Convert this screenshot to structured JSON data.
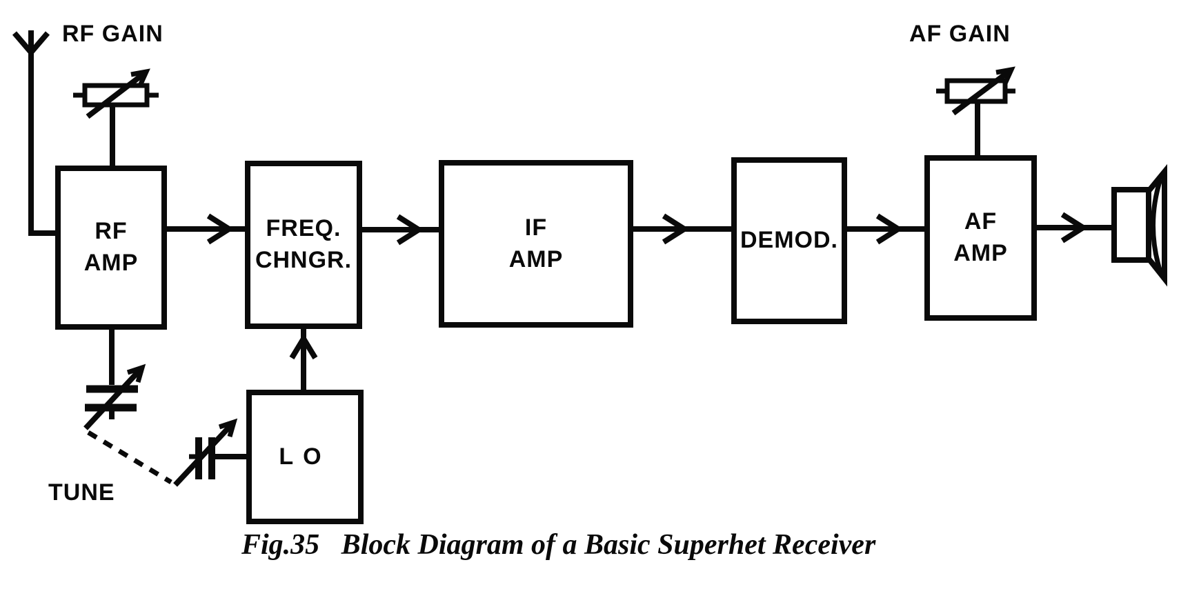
{
  "figure": {
    "caption": "Fig.35   Block Diagram of a Basic Superhet Receiver",
    "ink_color": "#0a0a0a",
    "background_color": "#ffffff"
  },
  "blocks": {
    "rf_amp": {
      "label": "RF\nAMP"
    },
    "freq_chngr": {
      "label": "FREQ.\nCHNGR."
    },
    "if_amp": {
      "label": "IF\nAMP"
    },
    "demod": {
      "label": "DEMOD."
    },
    "af_amp": {
      "label": "AF\nAMP"
    },
    "lo": {
      "label": "LO"
    }
  },
  "controls": {
    "rf_gain": {
      "label": "RF GAIN",
      "symbol": "variable-resistor-icon"
    },
    "af_gain": {
      "label": "AF GAIN",
      "symbol": "variable-resistor-icon"
    },
    "tune": {
      "label": "TUNE",
      "symbol": "dashed-gang-link to two variable-capacitor-icons"
    }
  },
  "icons": {
    "antenna": "antenna-icon (three-prong mast, top left)",
    "rf_tuning_capacitor": "variable-capacitor-icon (horizontal plates, below RF AMP)",
    "lo_tuning_capacitor": "variable-capacitor-icon (vertical plates, left of LO)",
    "loudspeaker": "speaker-icon (far right output)"
  },
  "signal_flow": [
    "Antenna -> RF AMP",
    "RF GAIN pot -> RF AMP (top)",
    "RF AMP -> FREQ. CHNGR.",
    "LO -> FREQ. CHNGR. (bottom, arrow up)",
    "FREQ. CHNGR. -> IF AMP",
    "IF AMP -> DEMOD.",
    "DEMOD. -> AF AMP",
    "AF GAIN pot -> AF AMP (top)",
    "AF AMP -> Loudspeaker",
    "TUNE dashed gang link -> RF tuning capacitor & LO tuning capacitor"
  ]
}
